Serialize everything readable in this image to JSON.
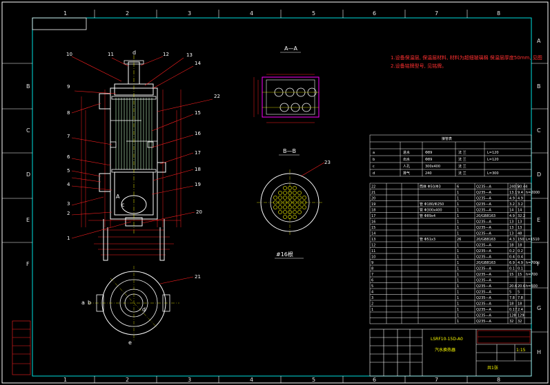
{
  "zones_top": [
    "1",
    "2",
    "3",
    "4",
    "5",
    "6",
    "7",
    "8"
  ],
  "zones_side": [
    "A",
    "B",
    "C",
    "D",
    "E",
    "F",
    "G",
    "H"
  ],
  "part_callouts": [
    "1",
    "2",
    "3",
    "4",
    "5",
    "6",
    "7",
    "8",
    "9",
    "10",
    "11",
    "12",
    "13",
    "14",
    "15",
    "16",
    "17",
    "18",
    "19",
    "20",
    "21",
    "22",
    "23"
  ],
  "view_labels": {
    "a": "a",
    "b": "b",
    "c": "c",
    "d": "d",
    "e": "e",
    "section_aa": "A—A",
    "section_bb": "B—B",
    "tube_count": "#16根",
    "cut_a": "A"
  },
  "notes": {
    "line1": "1.设备保温层,  保温层材料,  材料为超细玻璃棉 保温层厚度50mm, 见图",
    "line2": "2.设备铭牌型号,  见铭牌。"
  },
  "nozzle_table": {
    "title": "接管表",
    "rows": [
      [
        "",
        "",
        "",
        "",
        ""
      ],
      [
        "a",
        "进水",
        "Φ89",
        "法 兰",
        "L=120"
      ],
      [
        "b",
        "出水",
        "Φ89",
        "法 兰",
        "L=120"
      ],
      [
        "c",
        "人孔",
        "300x400",
        "法 兰",
        ""
      ],
      [
        "d",
        "排气",
        "240",
        "法 兰",
        "L=300"
      ]
    ]
  },
  "bom": {
    "rows": [
      [
        "22",
        "",
        "",
        "筒体 Φ50/Φ3",
        "6",
        "Q235—A",
        "240.5",
        "30.44",
        ""
      ],
      [
        "21",
        "",
        "",
        "",
        "1",
        "Q235—A",
        "13.1",
        "9.4",
        "h=2000"
      ],
      [
        "20",
        "",
        "",
        "",
        "1",
        "Q235—A",
        "4.9",
        "4.9",
        ""
      ],
      [
        "19",
        "",
        "",
        "管 Φ180/Φ250",
        "1",
        "Q235—A",
        "3.2",
        "3.2",
        ""
      ],
      [
        "18",
        "",
        "",
        "管 Φ300x400",
        "1",
        "Q235—A",
        "14",
        "14",
        ""
      ],
      [
        "17",
        "",
        "",
        "管 Φ89x4",
        "1",
        "20/GB8163",
        "4.9",
        "32.2",
        ""
      ],
      [
        "16",
        "",
        "",
        "",
        "1",
        "Q235—A",
        "13",
        "13",
        ""
      ],
      [
        "15",
        "",
        "",
        "",
        "1",
        "Q235—A",
        "13",
        "13",
        ""
      ],
      [
        "14",
        "",
        "",
        "",
        "1",
        "Q235—A",
        "13",
        "48",
        ""
      ],
      [
        "13",
        "",
        "",
        "管 Φ51x3",
        "26",
        "20/GB8163",
        "4.3",
        "150",
        "L=1510"
      ],
      [
        "12",
        "",
        "",
        "",
        "1",
        "Q235—A",
        "18",
        "18",
        ""
      ],
      [
        "11",
        "",
        "",
        "",
        "1",
        "Q235—A",
        "0.2",
        "0.2",
        ""
      ],
      [
        "10",
        "",
        "",
        "",
        "1",
        "Q235—A",
        "0.4",
        "0.4",
        ""
      ],
      [
        "9",
        "",
        "",
        "",
        "1",
        "20/GB8163",
        "6.9",
        "4.9",
        "h=700"
      ],
      [
        "8",
        "",
        "",
        "",
        "1",
        "Q235—A",
        "0.1",
        "0.1",
        ""
      ],
      [
        "7",
        "",
        "",
        "",
        "1",
        "Q235—A",
        "15",
        "15",
        "h=700"
      ],
      [
        "6",
        "",
        "",
        "",
        "1",
        "Q235—A",
        "",
        "",
        ""
      ],
      [
        "5",
        "",
        "",
        "",
        "1",
        "Q235—A",
        "20.6",
        "20.6",
        "h=600"
      ],
      [
        "4",
        "",
        "",
        "",
        "1",
        "Q235—A",
        "5",
        "5",
        ""
      ],
      [
        "3",
        "",
        "",
        "",
        "1",
        "Q235—A",
        "7.8",
        "7.8",
        ""
      ],
      [
        "2",
        "",
        "",
        "",
        "1",
        "Q235—A",
        "18",
        "18",
        ""
      ],
      [
        "1",
        "",
        "",
        "",
        "1",
        "Q235—A",
        "0.17",
        "2.4",
        ""
      ],
      [
        "",
        "",
        "",
        "",
        "1",
        "Q235—A",
        "128",
        "129",
        ""
      ],
      [
        "",
        "",
        "",
        "",
        "1",
        "Q235—A",
        "32",
        "32",
        ""
      ]
    ]
  },
  "title_block": {
    "drawing_no": "LSRF10-15D-A0",
    "name": "汽水换热器",
    "scale": "1:15",
    "sheet": "共1张"
  },
  "colors": {
    "frame": "#ffffff",
    "border": "#00e0e0",
    "leader": "#ff2020",
    "geometry": "#ffffff",
    "dimension": "#ff2020",
    "hatch": "#ff00ff",
    "center": "#ffff00",
    "tube": "#c8ffc8"
  }
}
